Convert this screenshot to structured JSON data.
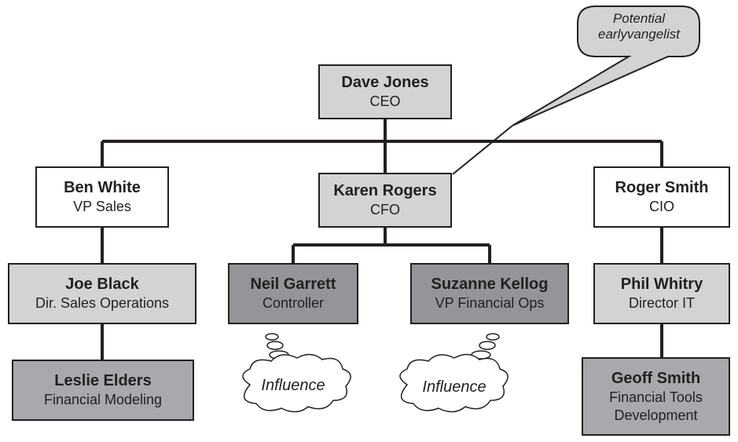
{
  "people": {
    "ceo": {
      "name": "Dave Jones",
      "title": "CEO"
    },
    "vp_sales": {
      "name": "Ben White",
      "title": "VP Sales"
    },
    "cfo": {
      "name": "Karen Rogers",
      "title": "CFO"
    },
    "cio": {
      "name": "Roger Smith",
      "title": "CIO"
    },
    "dir_sales_ops": {
      "name": "Joe Black",
      "title": "Dir. Sales Operations"
    },
    "controller": {
      "name": "Neil Garrett",
      "title": "Controller"
    },
    "vp_fin_ops": {
      "name": "Suzanne Kellog",
      "title": "VP Financial Ops"
    },
    "director_it": {
      "name": "Phil Whitry",
      "title": "Director IT"
    },
    "fin_modeling": {
      "name": "Leslie Elders",
      "title": "Financial Modeling"
    },
    "fin_tools": {
      "name": "Geoff Smith",
      "title_line1": "Financial Tools",
      "title_line2": "Development"
    }
  },
  "callout": {
    "line1": "Potential",
    "line2": "earlyvangelist"
  },
  "influence_labels": [
    "Influence",
    "Influence"
  ],
  "colors": {
    "white": "#ffffff",
    "light_gray": "#d3d3d3",
    "medium_gray": "#a7a9ac",
    "dark_gray": "#939598",
    "line": "#231f20"
  }
}
